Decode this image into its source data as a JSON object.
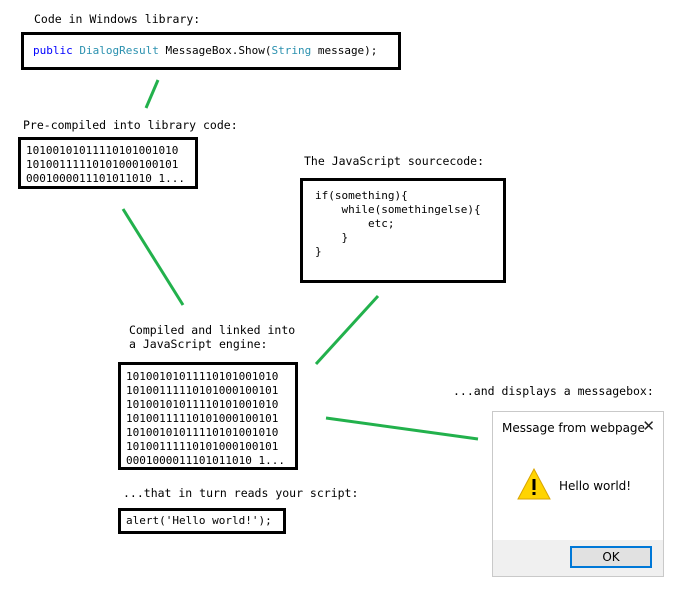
{
  "labels": {
    "library_code": "Code in Windows library:",
    "precompiled": "Pre-compiled into library code:",
    "js_source": "The JavaScript sourcecode:",
    "compiled_linked": "Compiled and linked into\na JavaScript engine:",
    "reads_script": "...that in turn reads your script:",
    "displays": "...and displays a messagebox:"
  },
  "signature": {
    "keyword": "public",
    "return_type": "DialogResult",
    "method": " MessageBox.Show(",
    "param_type": "String",
    "param_rest": " message);"
  },
  "library_binary": "10100101011110101001010\n10100111110101000100101\n0001000011101011010 1...",
  "js_code": "if(something){\n    while(somethingelse){\n        etc;\n    }\n}",
  "engine_binary": "10100101011110101001010\n10100111110101000100101\n10100101011110101001010\n10100111110101000100101\n10100101011110101001010\n10100111110101000100101\n0001000011101011010 1...",
  "script": "alert('Hello world!');",
  "dialog": {
    "title": "Message from webpage",
    "close_glyph": "✕",
    "message": "Hello world!",
    "ok_label": "OK",
    "icon": "warning-icon"
  },
  "colors": {
    "connector": "#22b14c",
    "keyword": "#0000ff",
    "type": "#2b91af",
    "warning_fill": "#ffd400"
  }
}
